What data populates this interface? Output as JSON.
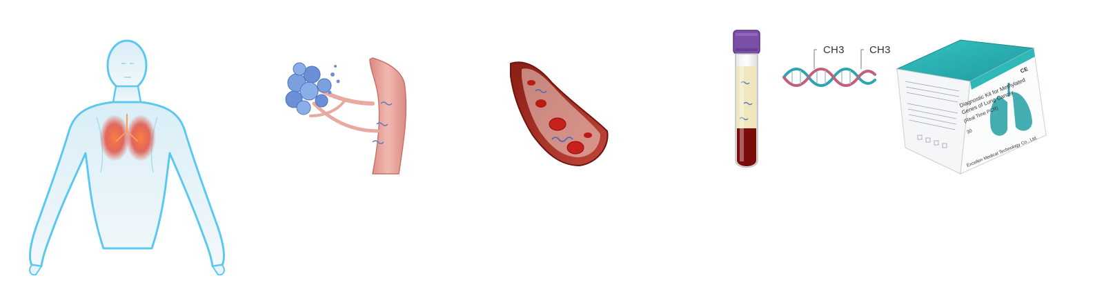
{
  "colors": {
    "body_glow": "#5bc8f0",
    "lung_red": "#e0301e",
    "tumor_blue": "#6b8fd6",
    "vessel_pink": "#e6a29a",
    "vessel_red": "#a5261c",
    "tube_cap": "#7a4fa8",
    "plasma": "#efe6b8",
    "blood": "#7a0c0c",
    "dna_teal": "#2fa4b0",
    "dna_pink": "#c0607a",
    "box_teal": "#2fb8b8"
  },
  "labels": {
    "ch3_left": "CH3",
    "ch3_right": "CH3"
  },
  "box": {
    "title_line1": "Diagnostic Kit for Methylated",
    "title_line2": "Genes of Lung Cancer",
    "method": "(Real Time PCR)",
    "manufacturer": "Excellen Medical Technology Co., Ltd.",
    "ce_mark": "CE",
    "count": "30"
  }
}
